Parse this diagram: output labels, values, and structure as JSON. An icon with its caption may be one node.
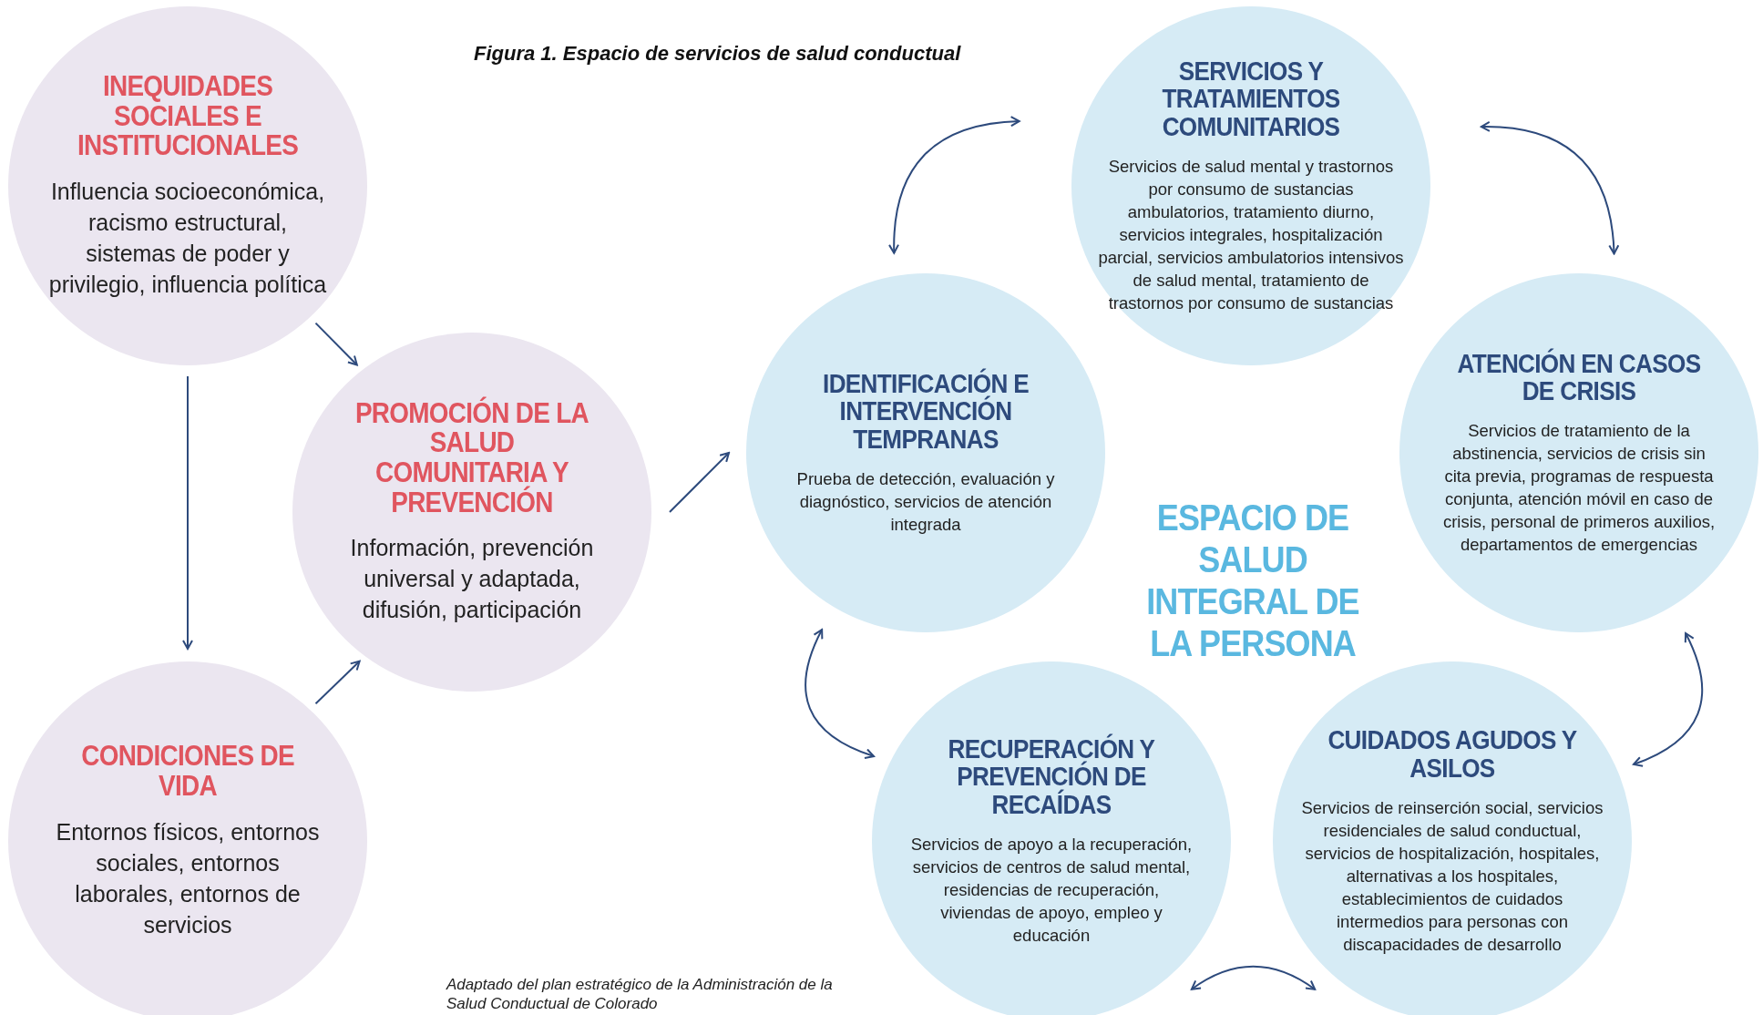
{
  "diagram": {
    "title": "Figura 1. Espacio de servicios de salud conductual",
    "caption": "Adaptado del plan estratégico de la Administración de la Salud Conductual de Colorado",
    "nodes": [
      {
        "text": [
          "INEQUIDADES SOCIALES E INSTITUCIONALES",
          "Influencia socioeconómica, racismo estructural, sistemas de poder y privilegio, influencia política"
        ]
      },
      {
        "text": [
          "PROMOCIÓN DE LA SALUD COMUNITARIA Y PREVENCIÓN",
          "Información, prevención universal y adaptada, difusión, participación"
        ]
      },
      {
        "text": [
          "CONDICIONES DE VIDA",
          "Entornos físicos, entornos sociales, entornos laborales, entornos de servicios"
        ]
      },
      {
        "text": [
          "SERVICIOS Y TRATAMIENTOS COMUNITARIOS",
          "Servicios de salud mental y trastornos por consumo de sustancias ambulatorios, tratamiento diurno, servicios integrales, hospitalización parcial, servicios ambulatorios intensivos de salud mental, tratamiento de trastornos por consumo de sustancias"
        ]
      },
      {
        "text": [
          "IDENTIFICACIÓN E INTERVENCIÓN TEMPRANAS",
          "Prueba de detección, evaluación y diagnóstico, servicios de atención integrada"
        ]
      },
      {
        "text": [
          "ATENCIÓN EN CASOS DE CRISIS",
          "Servicios de tratamiento de la abstinencia, servicios de crisis sin cita previa, programas de respuesta conjunta, atención móvil en caso de crisis, personal de primeros auxilios, departamentos de emergencias"
        ]
      },
      {
        "text": [
          "RECUPERACIÓN Y PREVENCIÓN DE RECAÍDAS",
          "Servicios de apoyo a la recuperación, servicios de centros de salud mental, residencias de recuperación, viviendas de apoyo, empleo y educación"
        ]
      },
      {
        "text": [
          "CUIDADOS AGUDOS Y ASILOS",
          "Servicios de reinserción social, servicios residenciales de salud conductual, servicios de hospitalización, hospitales, alternativas a los hospitales, establecimientos de cuidados intermedios para personas con discapacidades de desarrollo"
        ]
      }
    ],
    "edges": [
      {
        "from": 0,
        "to": 2,
        "arrow": "to"
      },
      {
        "from": 0,
        "to": 1,
        "arrow": "to"
      },
      {
        "from": 2,
        "to": 1,
        "arrow": "to"
      },
      {
        "from": 1,
        "to": 4,
        "arrow": "to"
      },
      {
        "from": 4,
        "to": 3,
        "arrow": "both"
      },
      {
        "from": 3,
        "to": 5,
        "arrow": "both"
      },
      {
        "from": 5,
        "to": 7,
        "arrow": "both"
      },
      {
        "from": 6,
        "to": 7,
        "arrow": "both"
      },
      {
        "from": 4,
        "to": 6,
        "arrow": "both"
      }
    ],
    "labels": [
      "ESPACIO DE SALUD INTEGRAL DE LA PERSONA"
    ]
  }
}
